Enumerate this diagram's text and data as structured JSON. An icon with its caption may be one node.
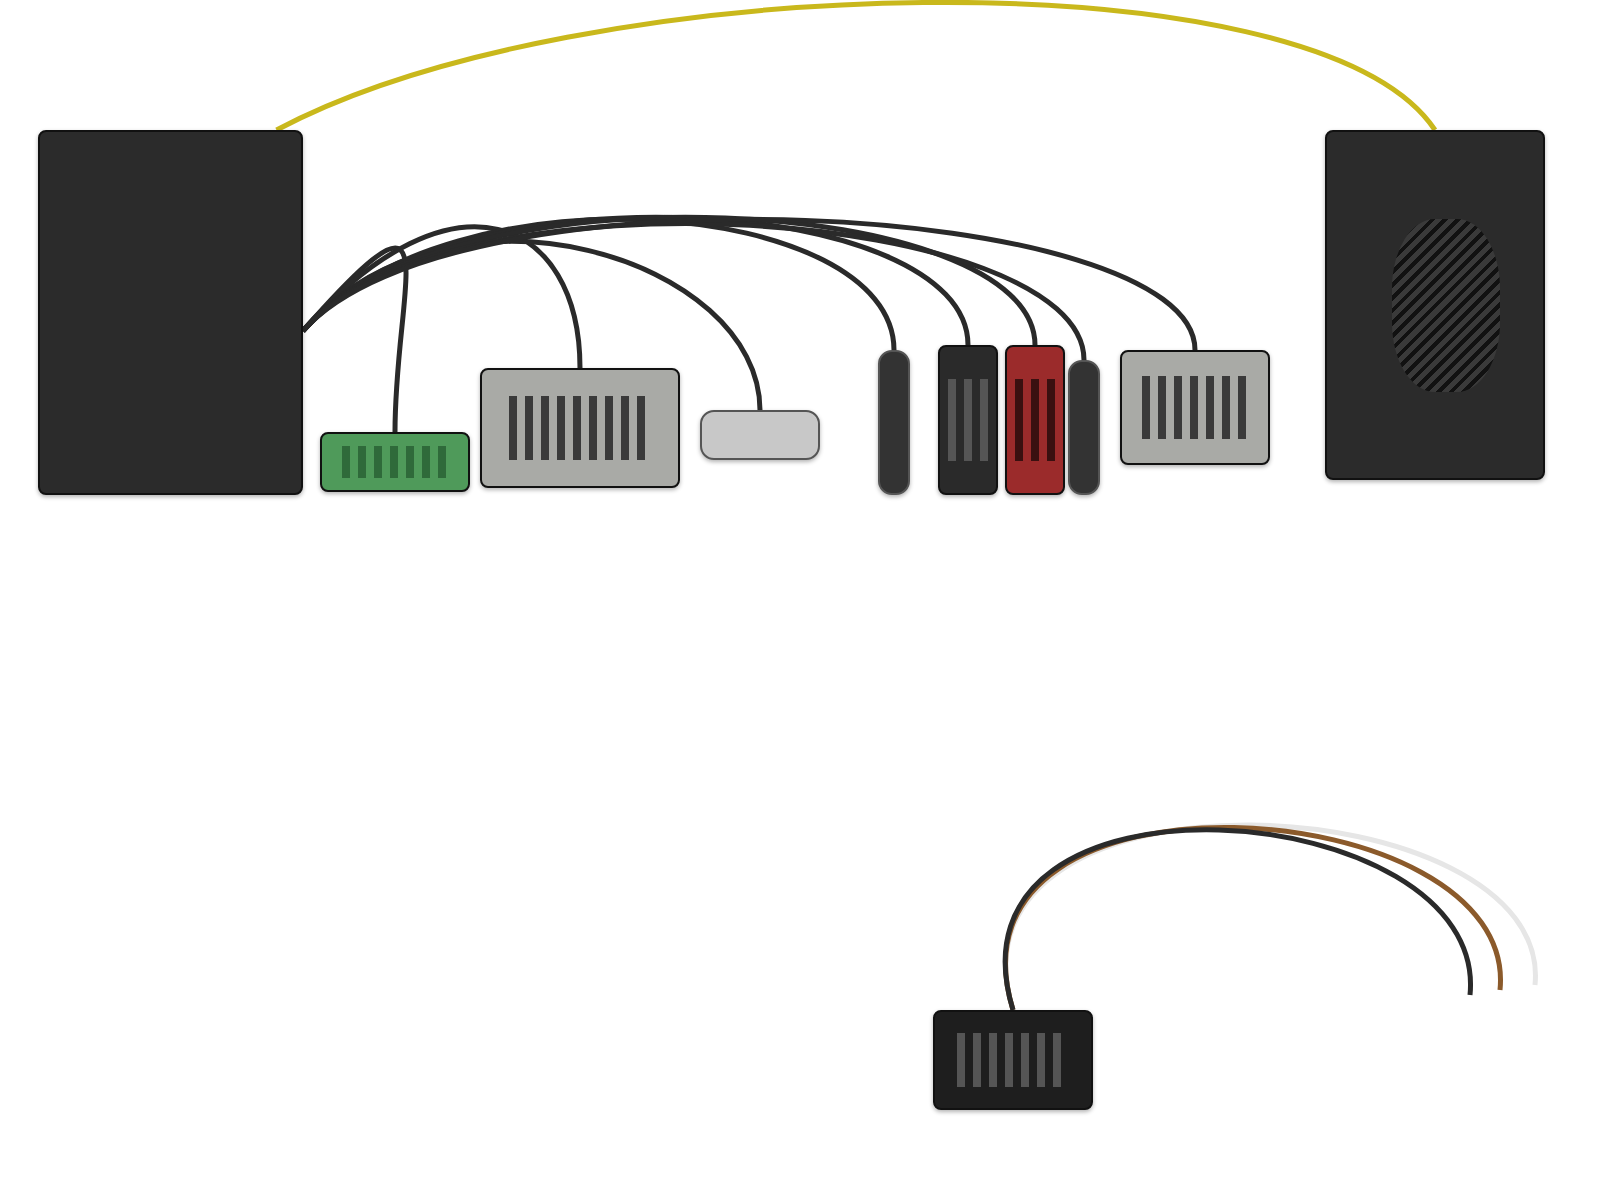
{
  "diagram": {
    "nodes": [
      {
        "text": [],
        "shape": "box"
      },
      {
        "text": [],
        "shape": "box"
      },
      {
        "text": [],
        "shape": "box"
      },
      {
        "text": [],
        "shape": "bar"
      },
      {
        "text": [],
        "shape": "box"
      },
      {
        "text": [],
        "shape": "box"
      },
      {
        "text": [],
        "shape": "bar"
      },
      {
        "text": [],
        "shape": "box"
      },
      {
        "text": [],
        "shape": "box"
      },
      {
        "text": [],
        "shape": "box"
      },
      {
        "text": [],
        "shape": "bar"
      }
    ],
    "edges": [
      {
        "from": 0,
        "to": 1,
        "arrow": "none"
      },
      {
        "from": 0,
        "to": 2,
        "arrow": "none"
      },
      {
        "from": 0,
        "to": 10,
        "arrow": "none"
      },
      {
        "from": 0,
        "to": 3,
        "arrow": "none"
      },
      {
        "from": 0,
        "to": 4,
        "arrow": "none"
      },
      {
        "from": 0,
        "to": 5,
        "arrow": "none"
      },
      {
        "from": 0,
        "to": 6,
        "arrow": "none"
      },
      {
        "from": 0,
        "to": 7,
        "arrow": "none"
      },
      {
        "from": 0,
        "to": 8,
        "arrow": "none",
        "color": "#c9b81c"
      },
      {
        "from": 9,
        "to": null,
        "arrow": "none",
        "color": "#e6e6e6"
      },
      {
        "from": 9,
        "to": null,
        "arrow": "none",
        "color": "#8b5a2b"
      },
      {
        "from": 9,
        "to": null,
        "arrow": "none"
      }
    ]
  }
}
